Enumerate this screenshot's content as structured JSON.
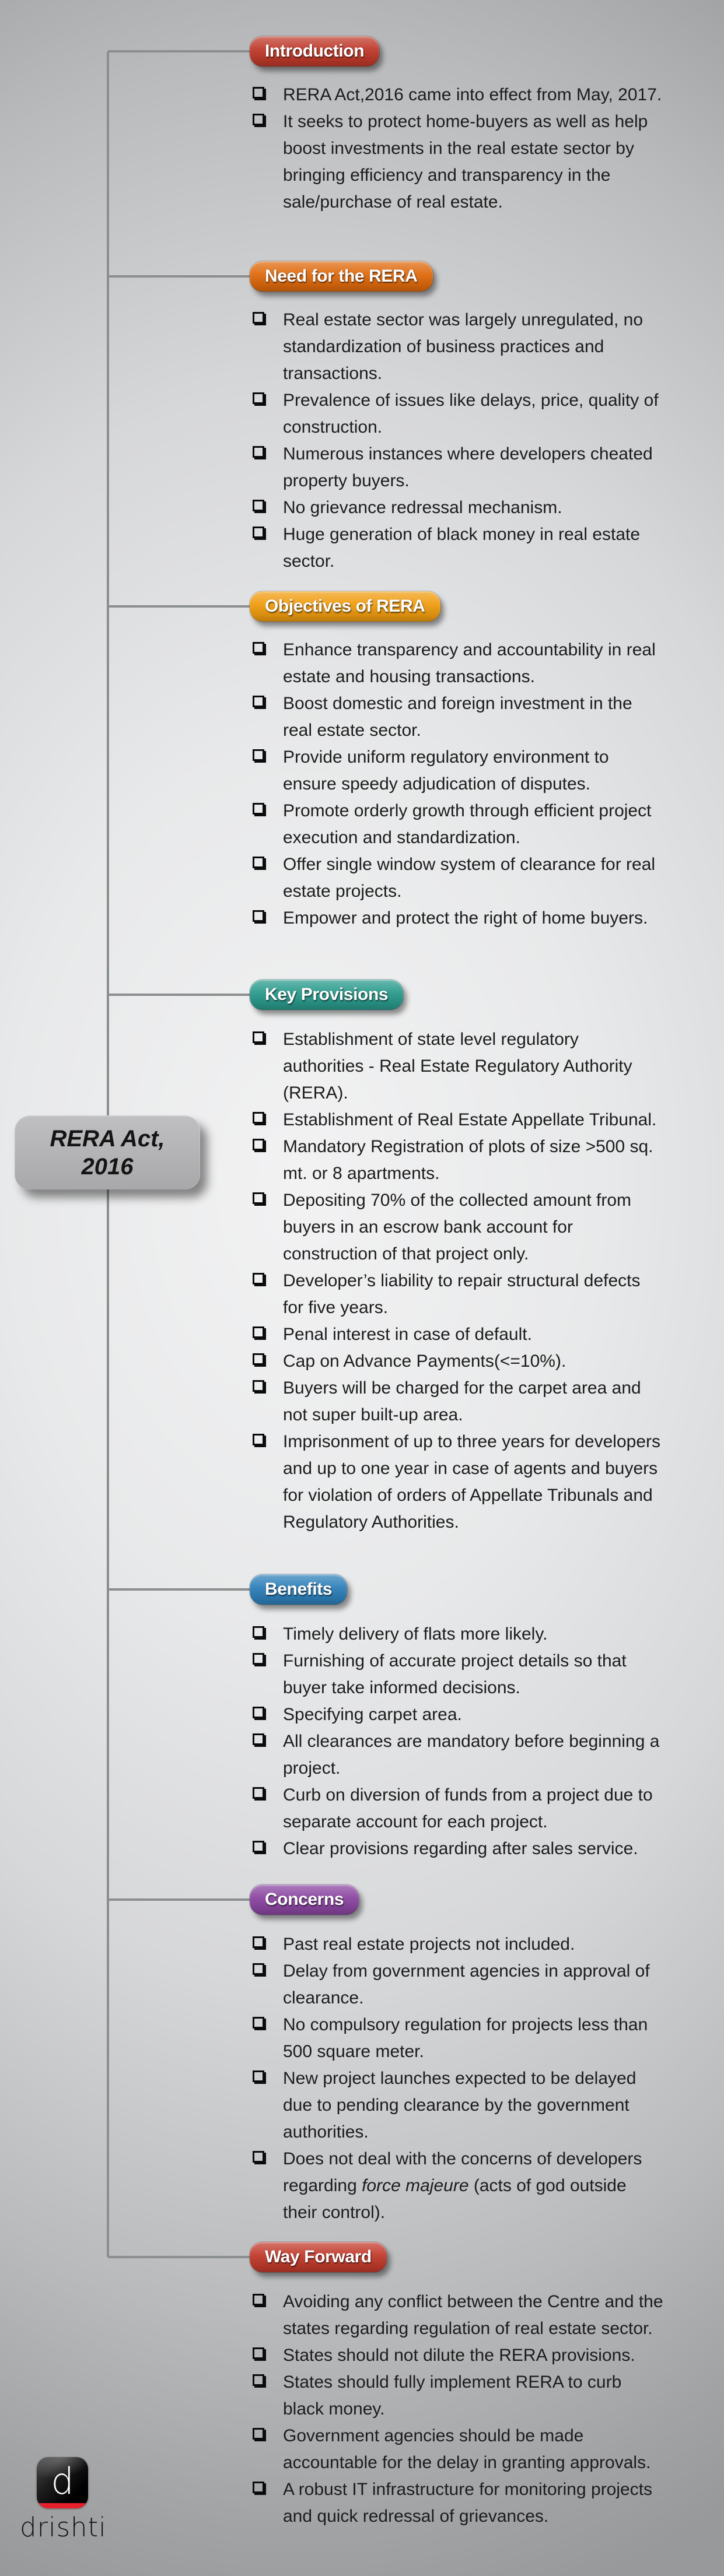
{
  "root_node": {
    "line1": "RERA Act,",
    "line2": "2016"
  },
  "connector_color": "#8b8e8f",
  "text_color": "#1c1c1c",
  "sections": [
    {
      "label": "Introduction",
      "color": "#bf3a2b",
      "items": [
        "RERA Act,2016 came into effect from May, 2017.",
        "It seeks to protect home-buyers as well as help boost investments in the real estate sector by bringing efficiency and transparency in the sale/purchase of real estate."
      ]
    },
    {
      "label": "Need for the RERA",
      "color": "#df6a0d",
      "items": [
        "Real estate sector was largely unregulated, no standardization of business practices and transactions.",
        "Prevalence of issues like delays, price, quality of construction.",
        "Numerous instances where developers cheated property buyers.",
        "No grievance redressal mechanism.",
        "Huge generation of black money in real estate sector."
      ]
    },
    {
      "label": "Objectives of RERA",
      "color": "#f09d10",
      "items": [
        "Enhance transparency and accountability in real estate and housing transactions.",
        "Boost domestic and foreign investment in the real estate sector.",
        "Provide uniform regulatory environment to ensure speedy adjudication of disputes.",
        "Promote orderly growth through efficient project execution and standardization.",
        "Offer single window system of clearance for real estate projects.",
        "Empower and protect the right of home buyers."
      ]
    },
    {
      "label": "Key Provisions",
      "color": "#2a9a8c",
      "items": [
        "Establishment of state level regulatory authorities - Real Estate Regulatory Authority (RERA).",
        "Establishment of Real Estate Appellate Tribunal.",
        "Mandatory Registration of plots of size >500 sq. mt. or 8 apartments.",
        "Depositing 70% of the collected amount from buyers in an escrow bank account for construction of that project only.",
        "Developer’s liability to repair structural defects for five years.",
        "Penal interest in case of default.",
        "Cap on Advance Payments(<=10%).",
        "Buyers will be charged for the carpet area and not super built-up area.",
        "Imprisonment of up to three years for developers and up to one year in case of agents and buyers for violation of orders of Appellate Tribunals and Regulatory Authorities."
      ]
    },
    {
      "label": "Benefits",
      "color": "#2e80ba",
      "items": [
        "Timely delivery of flats more likely.",
        "Furnishing of accurate project details so that buyer take informed decisions.",
        "Specifying carpet area.",
        "All clearances are mandatory before beginning a project.",
        "Curb on diversion of funds from a project due to separate account for each project.",
        "Clear provisions regarding after sales service."
      ]
    },
    {
      "label": "Concerns",
      "color": "#8b46a1",
      "items": [
        "Past real estate projects not included.",
        "Delay from government agencies in approval of clearance.",
        "No compulsory regulation for projects less than 500 square meter.",
        "New project launches expected to be delayed due to pending clearance by the government authorities.",
        "Does not deal with the concerns of developers regarding *force majeure* (acts of god outside their control)."
      ]
    },
    {
      "label": "Way Forward",
      "color": "#c23b2c",
      "items": [
        "Avoiding any conflict between the Centre and the states regarding regulation of real estate sector.",
        "States should not dilute the RERA provisions.",
        "States should fully implement RERA to curb black money.",
        "Government agencies should be made accountable for the delay in granting approvals.",
        "A robust IT infrastructure for monitoring projects and quick redressal of grievances."
      ]
    }
  ],
  "brand": {
    "wordmark": "drishti",
    "icon_letter": "d",
    "icon_accent": "#e8202c"
  }
}
